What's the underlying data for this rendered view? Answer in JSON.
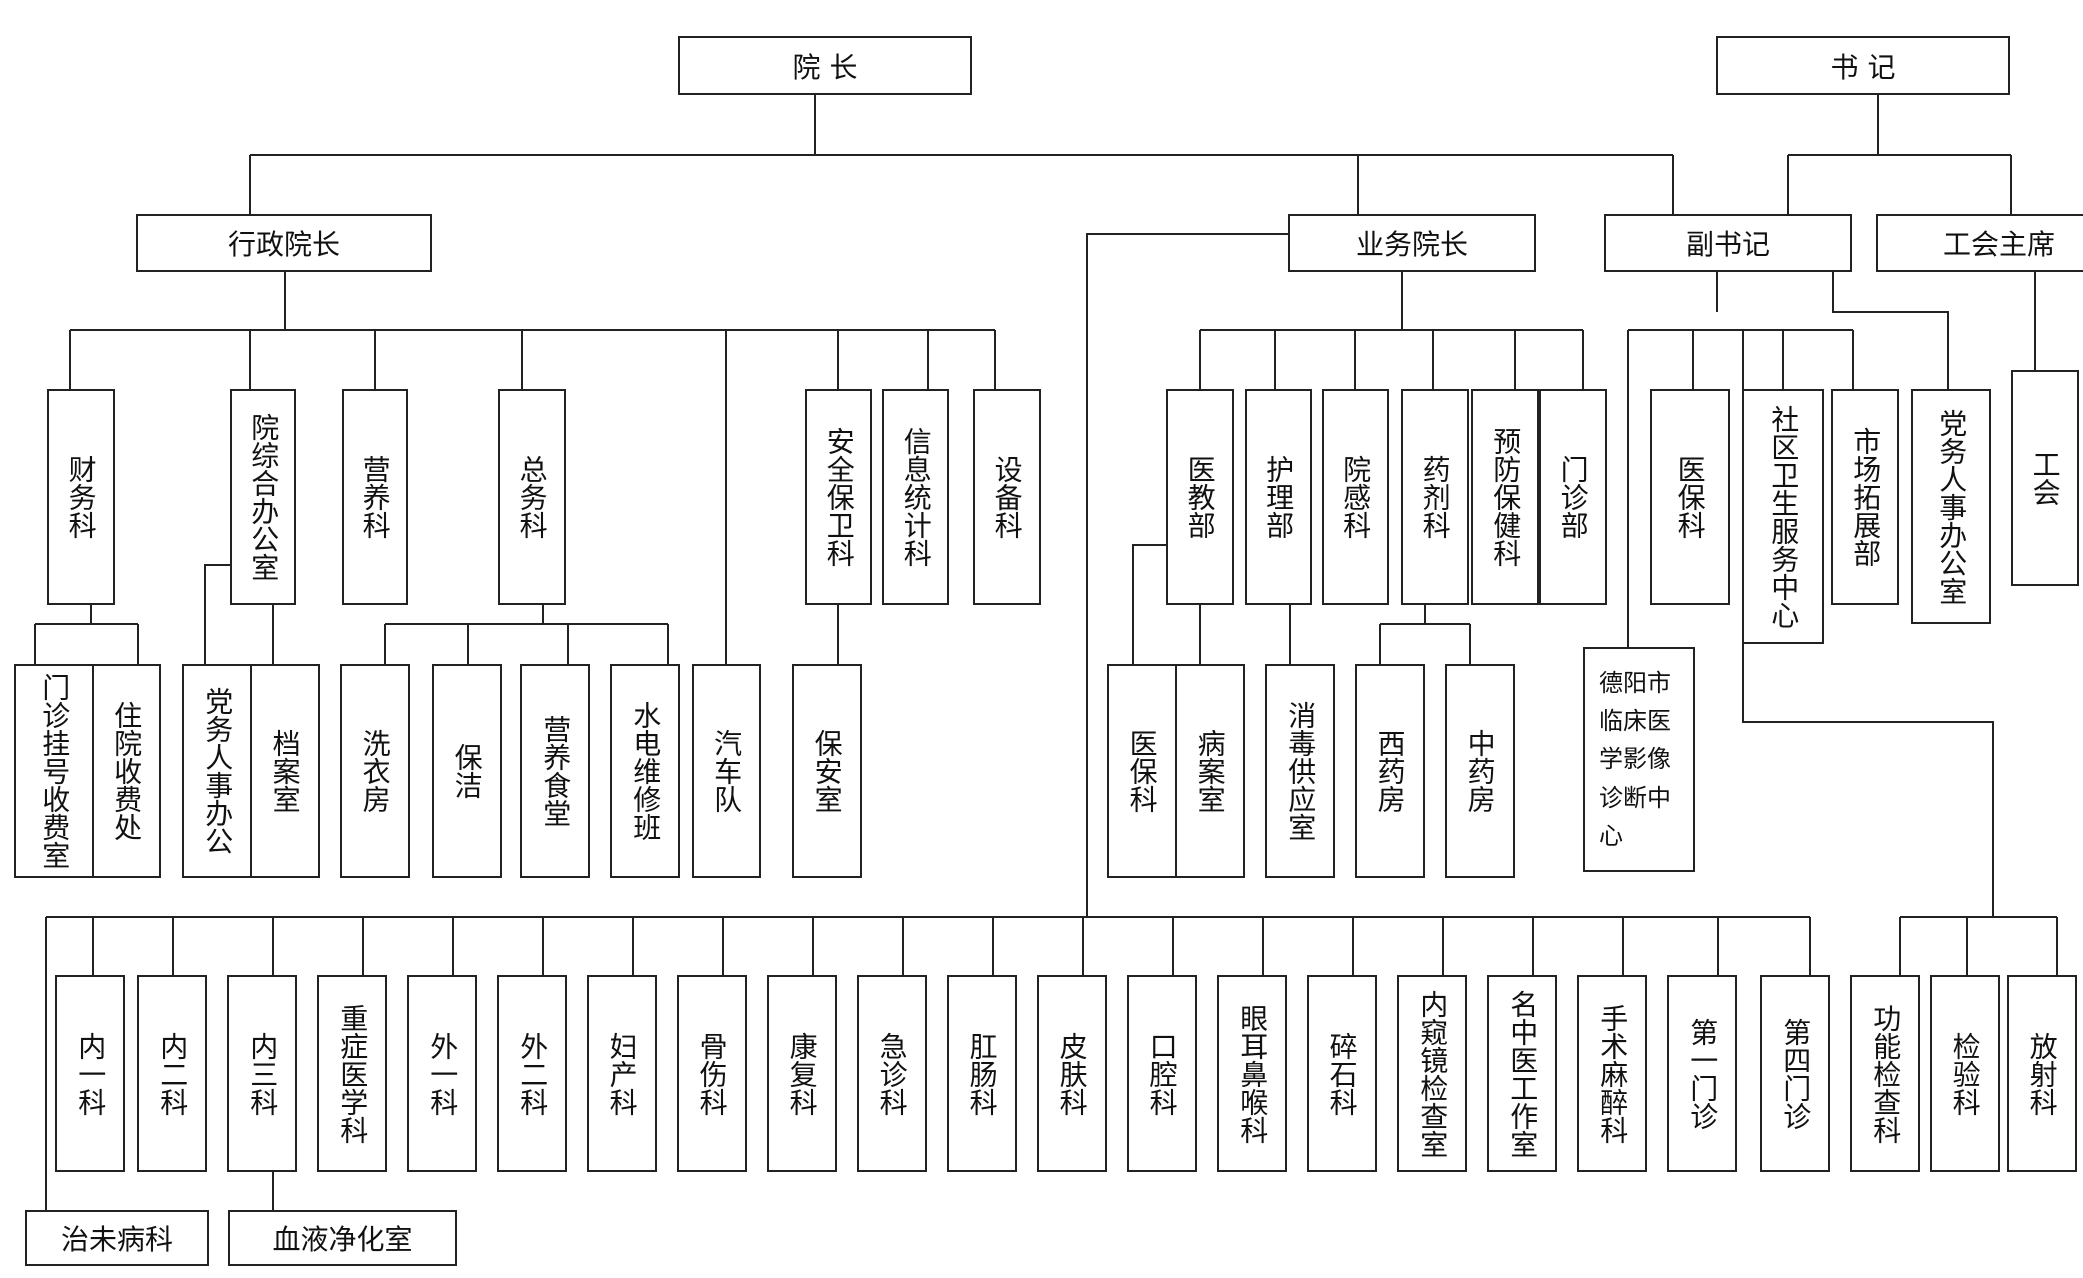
{
  "nodes": {
    "yuanzhang": "院 长",
    "shuji": "书 记",
    "xingzheng": "行政院长",
    "yewu": "业务院长",
    "fushuji": "副书记",
    "gonghui_zhuxi": "工会主席",
    "caiwu": "财务科",
    "zonghe": "院综合办公室",
    "yingyang": "营养科",
    "zongwu": "总务科",
    "anquan": "安全保卫科",
    "xinxi": "信息统计科",
    "shebei": "设备科",
    "yijiao": "医教部",
    "huli": "护理部",
    "yuangan": "院感科",
    "yaoji": "药剂科",
    "yufang": "预防保健科",
    "menzhenbu": "门诊部",
    "yibao": "医保科",
    "shequ": "社区卫生服务中心",
    "shichang": "市场拓展部",
    "dangwu": "党务人事办公室",
    "gonghui": "工会",
    "menzhen_guahao": "门诊挂号收费室",
    "zhuyuan_shoufei": "住院收费处",
    "dangwu_renshi": "党务人事办公",
    "dangan": "档案室",
    "xiyi": "洗衣房",
    "baojie": "保洁",
    "shitang": "营养食堂",
    "shuidian": "水电维修班",
    "qiche": "汽车队",
    "baoan": "保安室",
    "yibao2": "医保科",
    "bingan": "病案室",
    "xiaodu": "消毒供应室",
    "xiyao": "西药房",
    "zhongyao": "中药房",
    "deyang": "德阳市临床医学影像诊断中心",
    "neiyi": "内一科",
    "neier": "内二科",
    "neisan": "内三科",
    "zhongzheng": "重症医学科",
    "waiyi": "外一科",
    "waier": "外二科",
    "fuchan": "妇产科",
    "gushang": "骨伤科",
    "kangfu": "康复科",
    "jizhen": "急诊科",
    "gangchang": "肛肠科",
    "pifu": "皮肤科",
    "kouqiang": "口腔科",
    "yanerbi": "眼耳鼻喉科",
    "suishi": "碎石科",
    "neikuijing": "内窥镜检查室",
    "mingzhongyi": "名中医工作室",
    "mazui": "手术麻醉科",
    "diyimen": "第一门诊",
    "disimen": "第四门诊",
    "gongneng": "功能检查科",
    "jianyan": "检验科",
    "fangshe": "放射科",
    "zhiweibing": "治未病科",
    "xueye": "血液净化室"
  }
}
